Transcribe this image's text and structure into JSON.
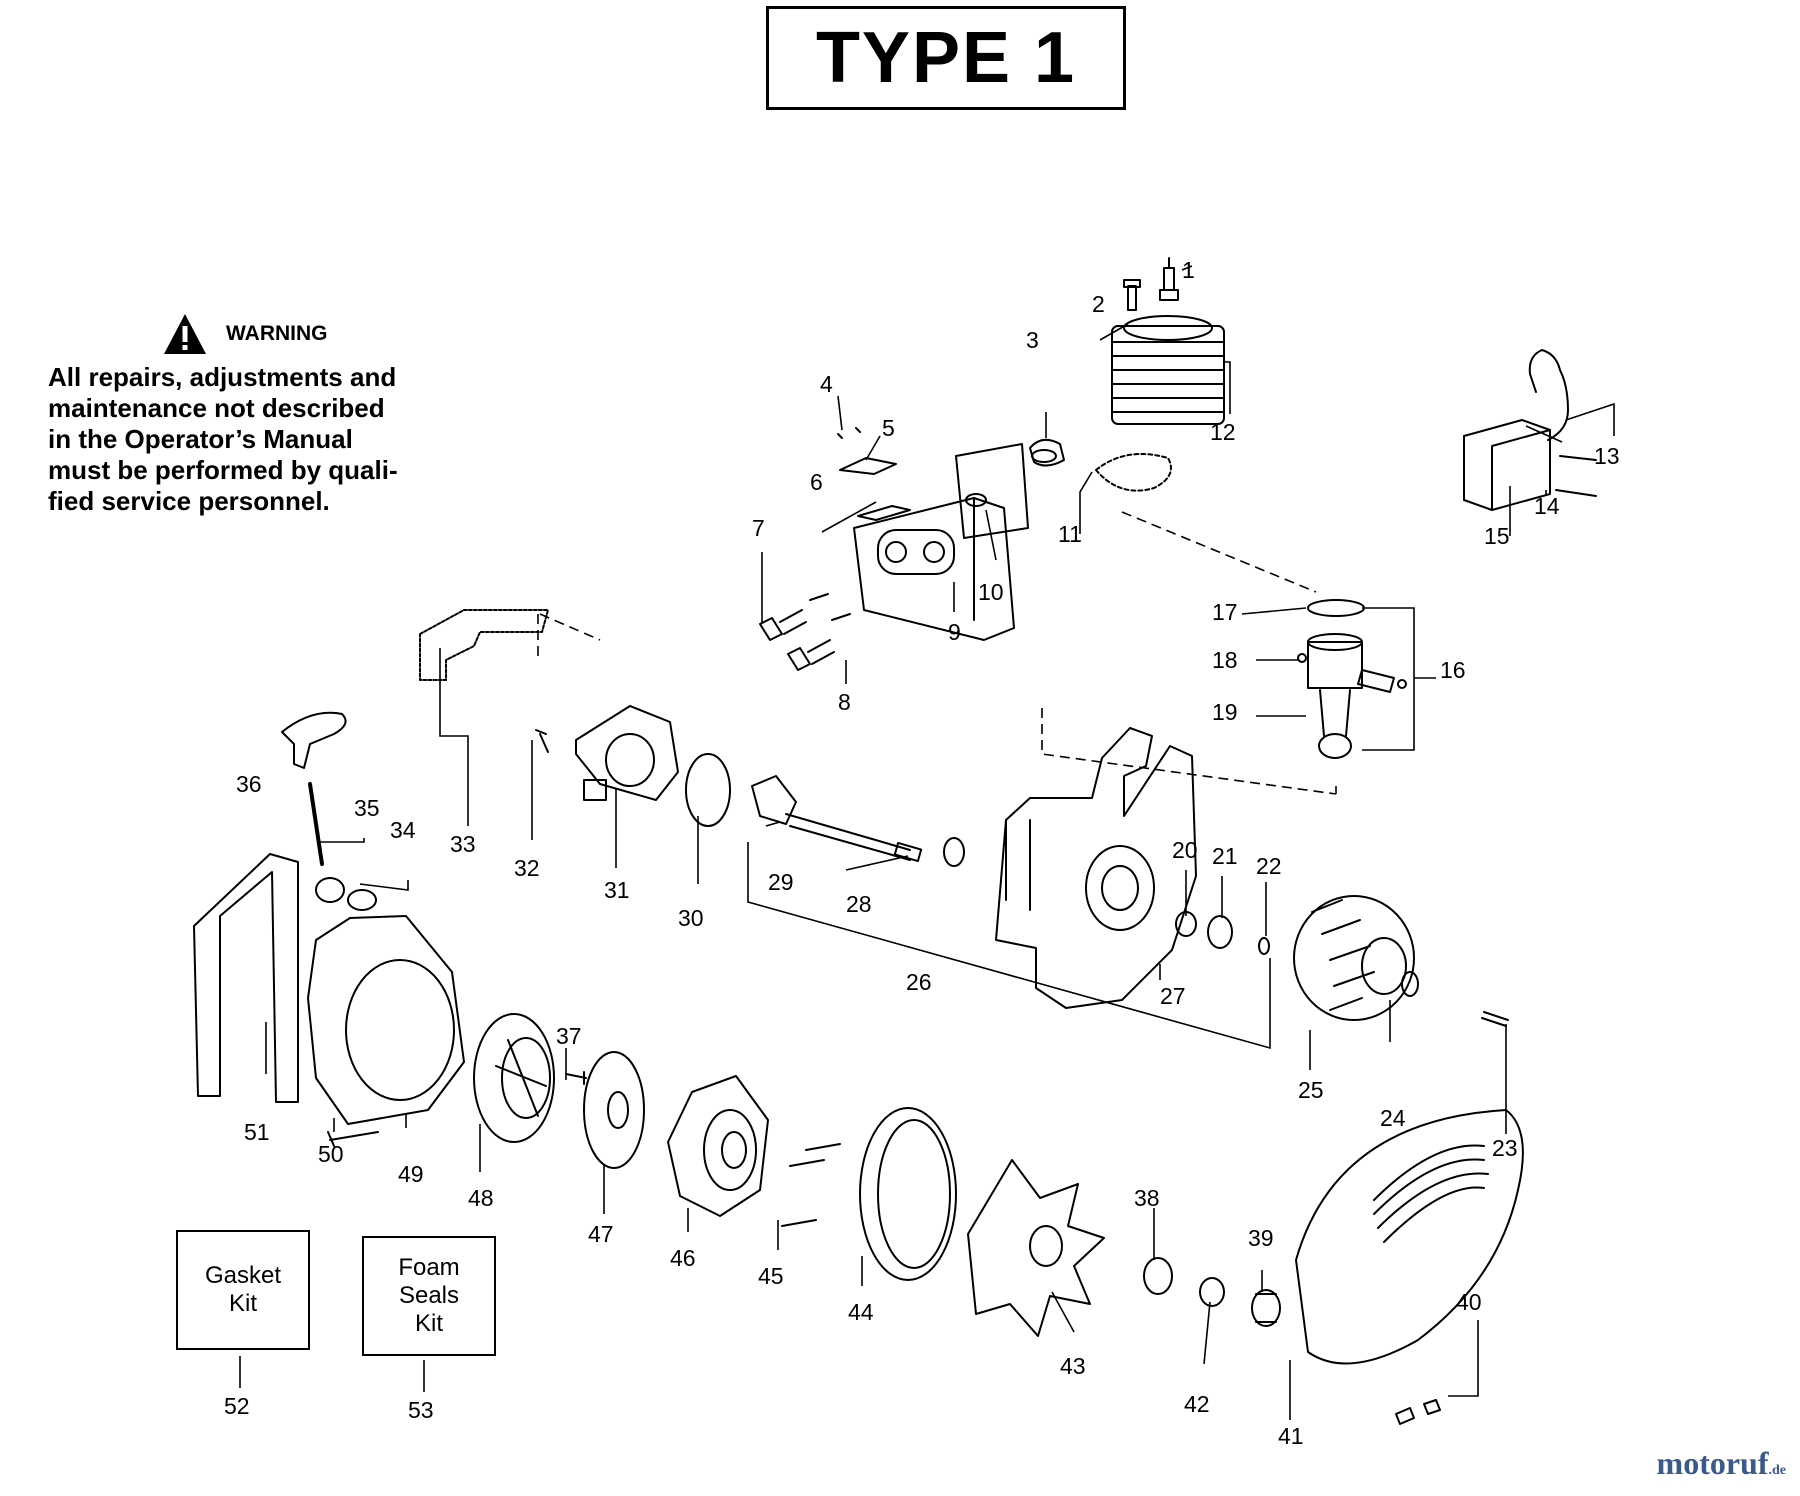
{
  "title": "TYPE 1",
  "warning": {
    "label": "WARNING",
    "lines": [
      "All repairs, adjustments and",
      "maintenance not described",
      "in the Operator’s Manual",
      "must be performed by quali-",
      "fied  service personnel."
    ]
  },
  "kits": {
    "gasket": "Gasket\nKit",
    "foam": "Foam\nSeals\nKit"
  },
  "watermark": {
    "main": "motoruf",
    "tld": ".de"
  },
  "callouts": [
    "1",
    "2",
    "3",
    "4",
    "5",
    "6",
    "7",
    "8",
    "9",
    "10",
    "11",
    "12",
    "13",
    "14",
    "15",
    "16",
    "17",
    "18",
    "19",
    "20",
    "21",
    "22",
    "23",
    "24",
    "25",
    "26",
    "27",
    "28",
    "29",
    "30",
    "31",
    "32",
    "33",
    "34",
    "35",
    "36",
    "37",
    "38",
    "39",
    "40",
    "41",
    "42",
    "43",
    "44",
    "45",
    "46",
    "47",
    "48",
    "49",
    "50",
    "51",
    "52",
    "53"
  ]
}
